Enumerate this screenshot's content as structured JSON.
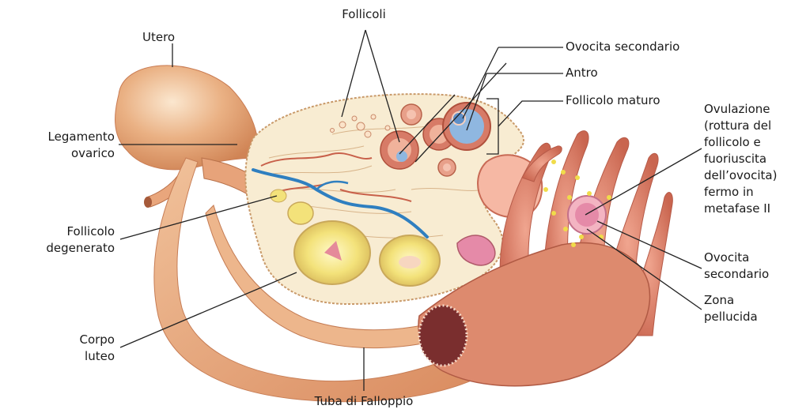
{
  "diagram": {
    "labels": {
      "follicoli": "Follicoli",
      "utero": "Utero",
      "ovocita_secondario_top": "Ovocita secondario",
      "antro": "Antro",
      "follicolo_maturo": "Follicolo maturo",
      "legamento_ovarico": "Legamento\novarico",
      "ovulazione": "Ovulazione\n(rottura del\nfollicolo e\nfuoriuscita\ndell’ovocita)\nfermo in\nmetafase II",
      "follicolo_degenerato": "Follicolo\ndegenerato",
      "ovocita_secondario_right": "Ovocita\nsecondario",
      "zona_pellucida": "Zona\npellucida",
      "corpo_luteo": "Corpo\nluteo",
      "tuba_di_falloppio": "Tuba di Falloppio"
    },
    "colors": {
      "tissue": "#e8a57a",
      "tissue_dark": "#c9774f",
      "ovary": "#f8ecd2",
      "follicle": "#d77b67",
      "antrum": "#8fb7e0",
      "corpus_luteum": "#f1e27a",
      "vessel": "#2f7fc0",
      "fimbria": "#d9756a",
      "line": "#222222"
    }
  }
}
